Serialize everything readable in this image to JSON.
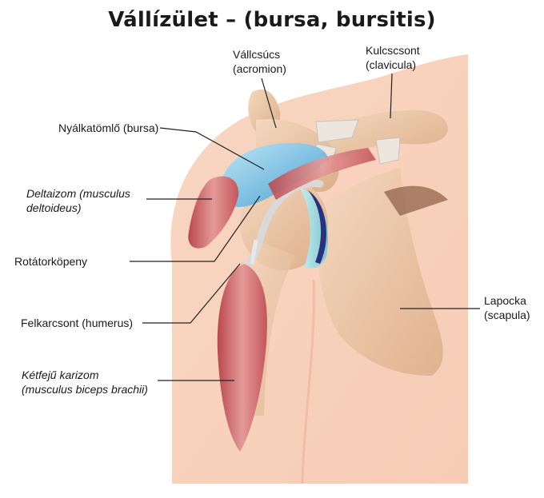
{
  "title": "Vállízület – (bursa, bursitis)",
  "labels": {
    "acromion": [
      "Vállcsúcs",
      "(acromion)"
    ],
    "clavicula": [
      "Kulcscsont",
      "(clavicula)"
    ],
    "bursa": "Nyálkatömlő (bursa)",
    "deltoid": [
      "Deltaizom (musculus",
      "deltoideus)"
    ],
    "rotator": "Rotátorköpeny",
    "scapula": [
      "Lapocka",
      "(scapula)"
    ],
    "humerus": "Felkarcsont (humerus)",
    "biceps": [
      "Kétfejű karizom",
      "(musculus biceps brachii)"
    ]
  }
}
